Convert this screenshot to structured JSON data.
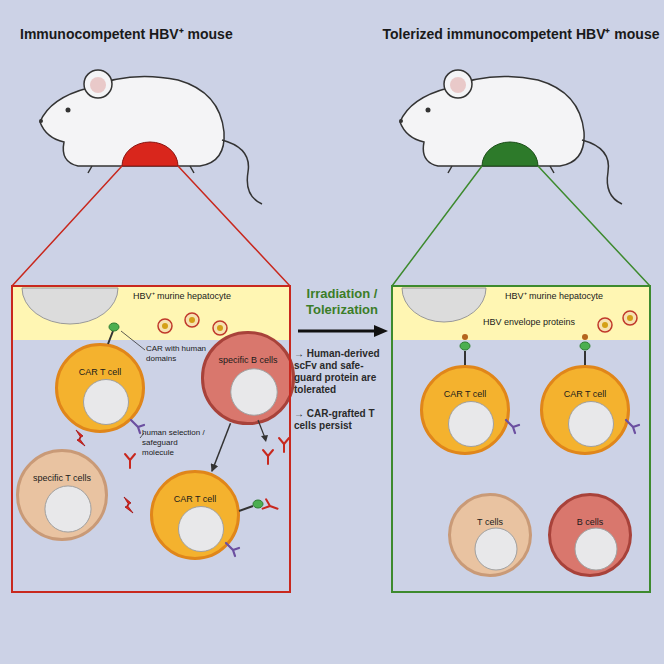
{
  "diagram": {
    "nodes": [
      {
        "text": [
          "HBV⁺ murine hepatocyte"
        ]
      },
      {
        "text": [
          "CAR T cell"
        ]
      },
      {
        "text": [
          "specific B cells"
        ]
      },
      {
        "text": [
          "specific T cells"
        ]
      },
      {
        "text": [
          "CAR T cell"
        ]
      },
      {
        "text": [
          "HBV⁺ murine hepatocyte",
          "HBV envelope proteins"
        ]
      },
      {
        "text": [
          "CAR T cell"
        ]
      },
      {
        "text": [
          "CAR T cell"
        ]
      },
      {
        "text": [
          "T cells"
        ]
      },
      {
        "text": [
          "B cells"
        ]
      }
    ],
    "edges": [
      {
        "from": 2,
        "to": 4,
        "arrow": "to"
      }
    ],
    "labels": [
      "Immunocompetent HBV⁺ mouse",
      "Tolerized immunocompetent HBV⁺ mouse",
      "CAR with human domains",
      "human selection / safeguard molecule",
      "Irradiation / Tolerization",
      "→ Human-derived scFv and safe-guard protein are tolerated",
      "→ CAR-grafted T cells persist"
    ]
  }
}
